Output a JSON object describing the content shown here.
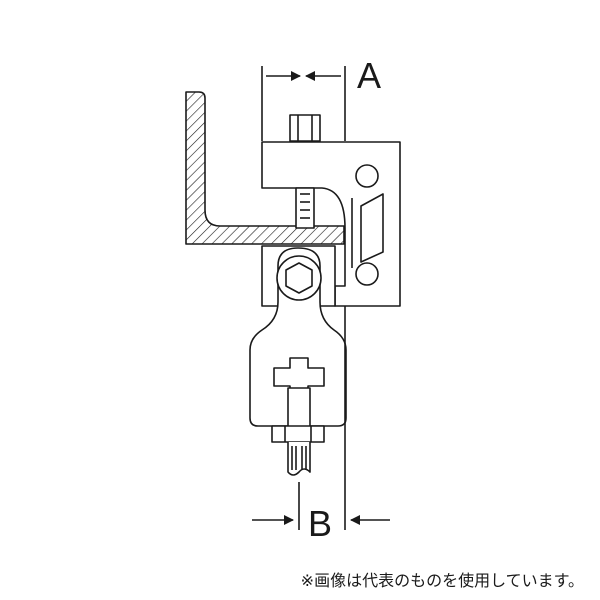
{
  "diagram": {
    "dimension_a": "A",
    "dimension_b": "B",
    "line_color": "#1a1a1a",
    "fill_color": "#ffffff"
  },
  "footnote": "※画像は代表のものを使用しています。"
}
